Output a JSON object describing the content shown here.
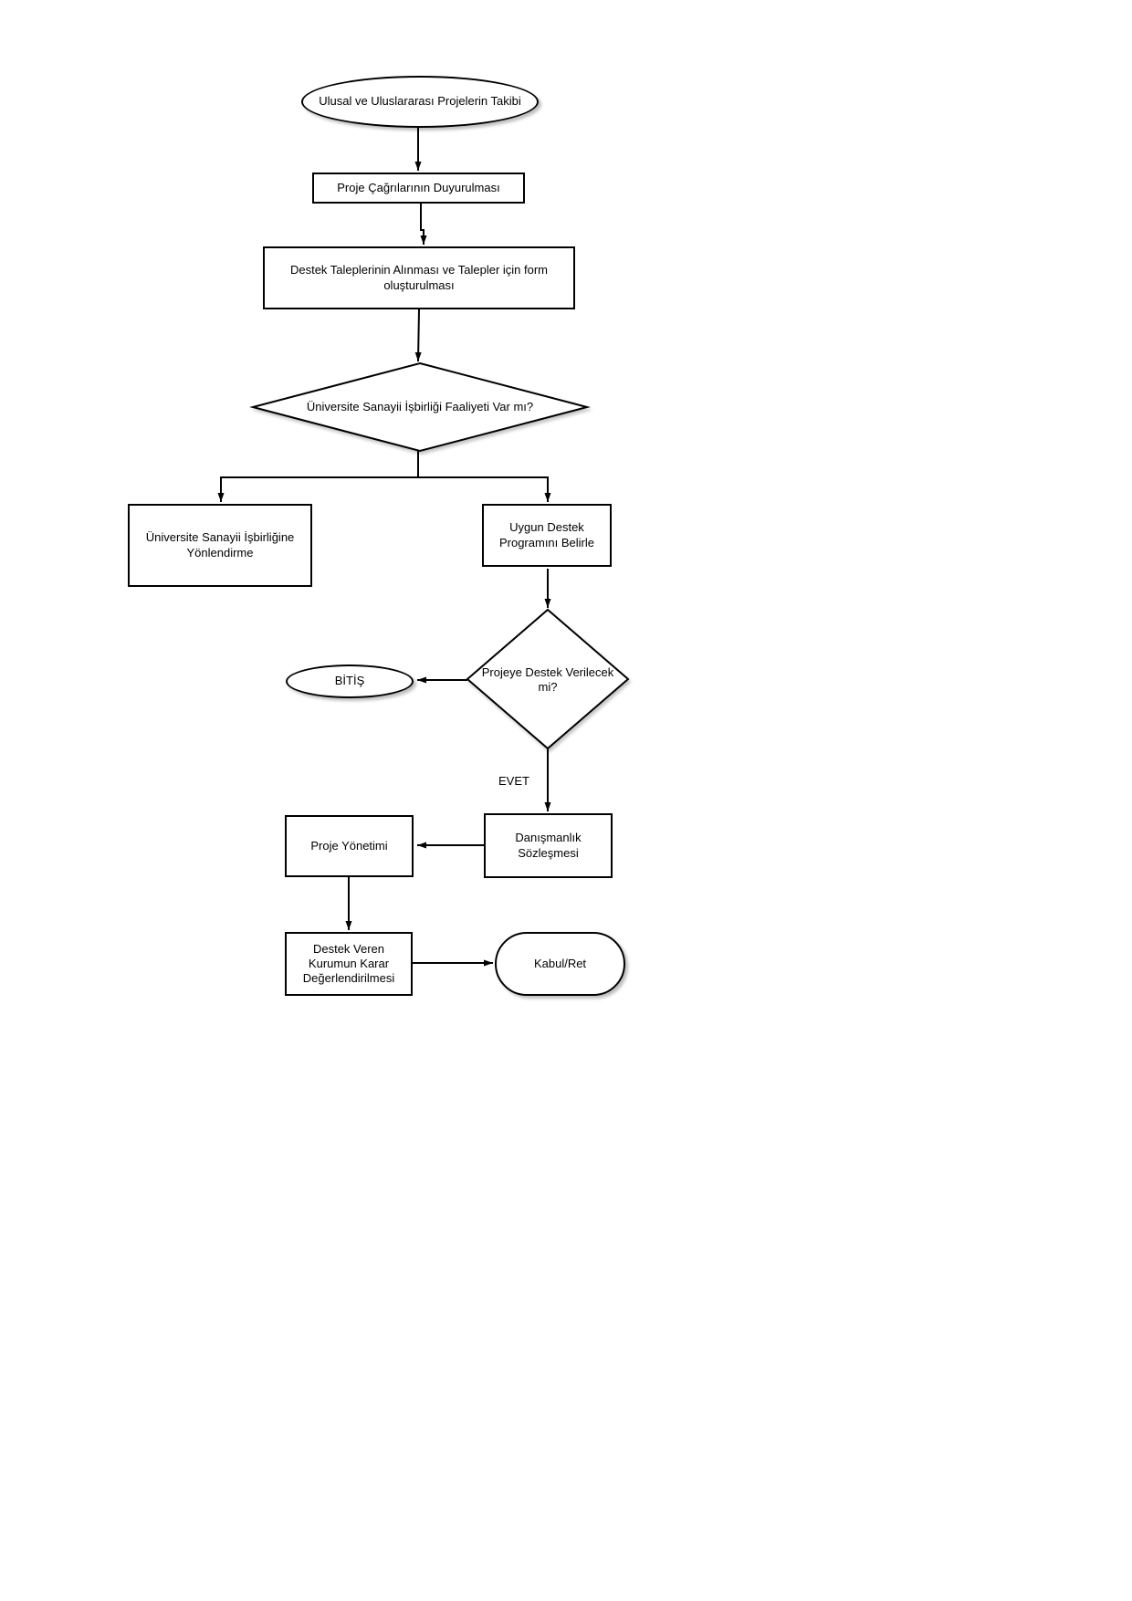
{
  "diagram": {
    "stroke_color": "#000000",
    "fill_color": "#ffffff",
    "text_color": "#000000",
    "nodes": {
      "start": {
        "shape": "ellipse",
        "label": "Ulusal ve Uluslararası Projelerin Takibi"
      },
      "announce": {
        "shape": "rect",
        "label": "Proje Çağrılarının Duyurulması"
      },
      "form": {
        "shape": "rect",
        "label": "Destek Taleplerinin Alınması ve Talepler için form\noluşturulması"
      },
      "decision_cooperation": {
        "shape": "diamond",
        "label": "Üniversite Sanayii İşbirliği Faaliyeti Var mı?"
      },
      "redirect": {
        "shape": "rect",
        "label": "Üniversite Sanayii İşbirliğine\nYönlendirme"
      },
      "program": {
        "shape": "rect",
        "label": "Uygun Destek\nProgramını Belirle"
      },
      "decision_support": {
        "shape": "diamond",
        "label": "Projeye Destek Verilecek\nmi?"
      },
      "end": {
        "shape": "ellipse",
        "label": "BİTİŞ"
      },
      "contract": {
        "shape": "rect",
        "label": "Danışmanlık\nSözleşmesi"
      },
      "management": {
        "shape": "rect",
        "label": "Proje Yönetimi"
      },
      "evaluation": {
        "shape": "rect",
        "label": "Destek Veren\nKurumun Karar\nDeğerlendirilmesi"
      },
      "result": {
        "shape": "terminator",
        "label": "Kabul/Ret"
      }
    },
    "edge_labels": {
      "yes": "EVET"
    }
  }
}
